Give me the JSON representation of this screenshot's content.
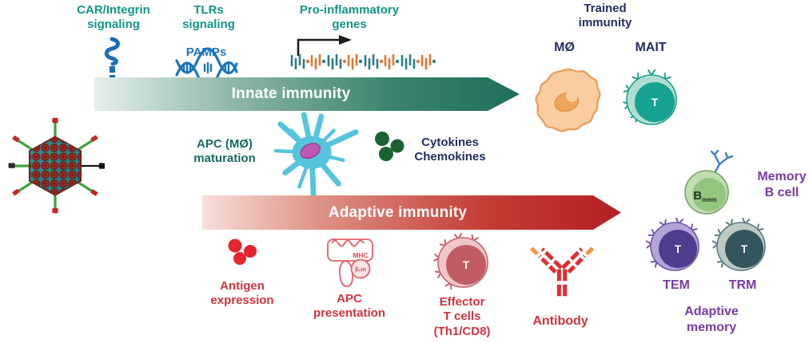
{
  "labels": {
    "car_integrin": "CAR/Integrin\nsignaling",
    "tlrs": "TLRs\nsignaling",
    "pamps": "PAMPs",
    "proinflammatory": "Pro-inflammatory\ngenes",
    "trained": "Trained\nimmunity",
    "mo": "MØ",
    "mait": "MAIT",
    "apc_maturation": "APC (MØ)\nmaturation",
    "cytokines": "Cytokines\nChemokines",
    "antigen": "Antigen\nexpression",
    "apc_presentation": "APC\npresentation",
    "mhc": "MHC",
    "b2m": "β₂m",
    "effector": "Effector\nT cells\n(Th1/CD8)",
    "antibody": "Antibody",
    "memory_b": "Memory\nB cell",
    "bmem_b": "B",
    "bmem_sub": "mem",
    "tem": "TEM",
    "trm": "TRM",
    "adaptive_memory": "Adaptive\nmemory",
    "cell_t": "T"
  },
  "arrows": {
    "innate": "Innate immunity",
    "adaptive": "Adaptive immunity"
  },
  "colors": {
    "teal_text": "#12948a",
    "blue_text": "#1e78bd",
    "navy_text": "#232f5d",
    "dark_teal_text": "#166a60",
    "red_text": "#cf3440",
    "purple_text": "#7a3aa3",
    "innate_arrow_start": "#e6f0ea",
    "innate_arrow_end": "#1e6f5c",
    "adaptive_arrow_start": "#f8e0da",
    "adaptive_arrow_end": "#b51f23",
    "cytokine_dot_green": "#1c6134",
    "antigen_dot_red": "#e4242e",
    "dendritic_cyan": "#56c4dd",
    "macrophage_orange": "#f9cd9f",
    "mait_teal": "#16a291",
    "effector_red": "#c25b63",
    "memory_b_green": "#93c67e",
    "tem_purple": "#503c8e",
    "trm_slate": "#33555d",
    "antibody_red": "#e22b2e",
    "antibody_tip_orange": "#f2953f",
    "bcr_blue": "#3f7fc1"
  },
  "icons": {
    "virus": "adenovirus-particle-icon",
    "car_receptor": "membrane-receptor-icon",
    "pamps_dna": "dna-helix-icon",
    "gene_promoter": "transcription-start-arrow-icon",
    "dna_sequence": "gene-sequence-icon",
    "macrophage": "macrophage-cell-icon",
    "mait_cell": "mait-t-cell-icon",
    "dendritic": "dendritic-cell-icon",
    "cytokine_dots": "cytokine-dots-icon",
    "antigen_dots": "antigen-dots-icon",
    "mhc_molecule": "mhc-molecule-icon",
    "effector_t": "effector-t-cell-icon",
    "antibody": "antibody-icon",
    "memory_b": "memory-b-cell-icon",
    "tem_cell": "tem-cell-icon",
    "trm_cell": "trm-cell-icon"
  }
}
